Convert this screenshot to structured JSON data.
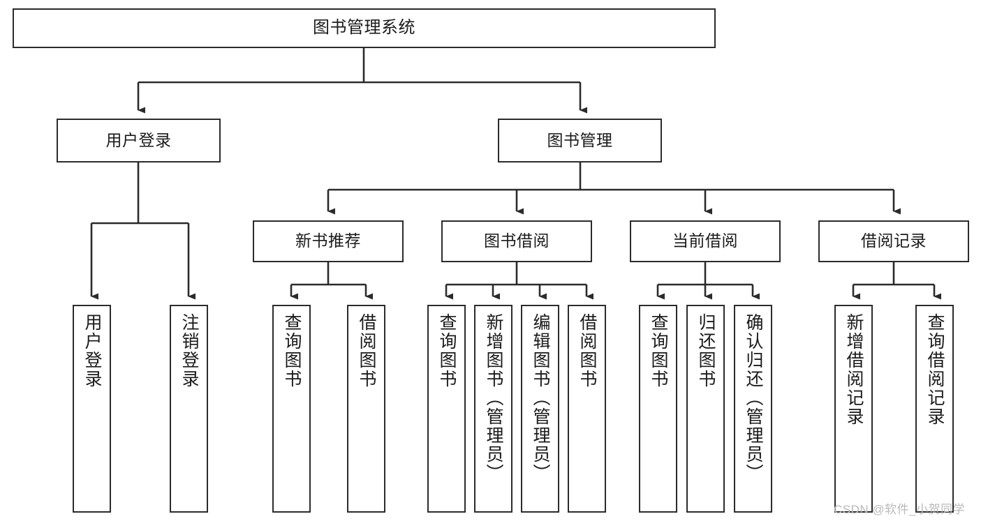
{
  "diagram": {
    "title": "图书管理系统",
    "type": "tree",
    "watermark": "CSDN @软件_小贺同学",
    "colors": {
      "stroke": "#2b2b2b",
      "fill": "#ffffff",
      "text": "#1a1a1a",
      "watermark": "#b9b9b9"
    },
    "nodes": {
      "root": {
        "label": "图书管理系统"
      },
      "level2": [
        {
          "label": "用户登录"
        },
        {
          "label": "图书管理"
        }
      ],
      "level3": [
        {
          "label": "新书推荐"
        },
        {
          "label": "图书借阅"
        },
        {
          "label": "当前借阅"
        },
        {
          "label": "借阅记录"
        }
      ],
      "leaves": {
        "user_login": [
          {
            "label": "用户登录"
          },
          {
            "label": "注销登录"
          }
        ],
        "new_book_recommend": [
          {
            "label": "查询图书"
          },
          {
            "label": "借阅图书"
          }
        ],
        "book_borrow": [
          {
            "label": "查询图书"
          },
          {
            "label": "新增图书（管理员）"
          },
          {
            "label": "编辑图书（管理员）"
          },
          {
            "label": "借阅图书"
          }
        ],
        "current_borrow": [
          {
            "label": "查询图书"
          },
          {
            "label": "归还图书"
          },
          {
            "label": "确认归还（管理员）"
          }
        ],
        "borrow_record": [
          {
            "label": "新增借阅记录"
          },
          {
            "label": "查询借阅记录"
          }
        ]
      }
    }
  }
}
